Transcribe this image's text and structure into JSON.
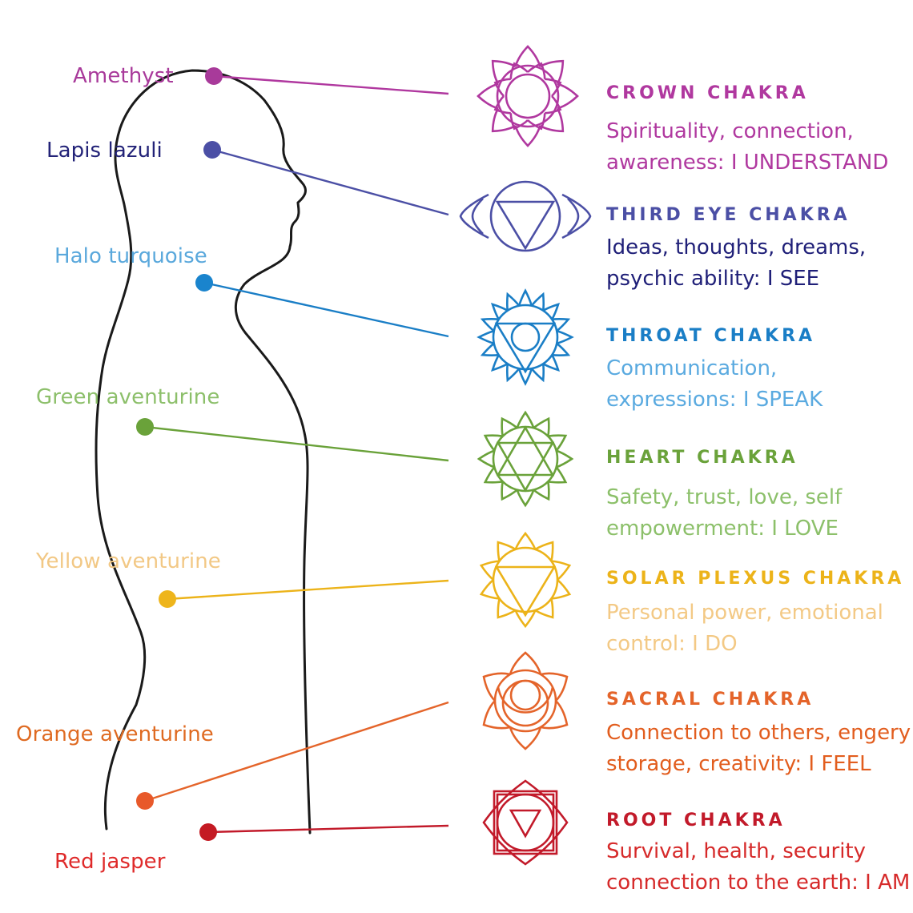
{
  "stones": [
    {
      "name": "Amethyst",
      "color": "#a8399a"
    },
    {
      "name": "Lapis lazuli",
      "color": "#232378"
    },
    {
      "name": "Halo turquoise",
      "color": "#5aa8dc"
    },
    {
      "name": "Green aventurine",
      "color": "#8cbf6a"
    },
    {
      "name": "Yellow aventurine",
      "color": "#f2c885"
    },
    {
      "name": "Orange aventurine",
      "color": "#df6a21"
    },
    {
      "name": "Red jasper",
      "color": "#df2a2a"
    }
  ],
  "chakras": [
    {
      "title": "CROWN CHAKRA",
      "line1": "Spirituality, connection,",
      "line2": "awareness:  I UNDERSTAND",
      "color": "#b0389f",
      "desc_color": "#b0389f",
      "dot_color": "#a83a9a"
    },
    {
      "title": "THIRD EYE CHAKRA",
      "line1": "Ideas, thoughts, dreams,",
      "line2": "psychic ability:  I SEE",
      "color": "#4b4fa5",
      "desc_color": "#1f1f78",
      "dot_color": "#4b4fa5"
    },
    {
      "title": "THROAT CHAKRA",
      "line1": "Communication,",
      "line2": "expressions:  I SPEAK",
      "color": "#1a7ec6",
      "desc_color": "#5aaae0",
      "dot_color": "#1a84cd"
    },
    {
      "title": "HEART CHAKRA",
      "line1": "Safety, trust, love, self",
      "line2": "empowerment:  I LOVE",
      "color": "#6aa23a",
      "desc_color": "#8cc06a",
      "dot_color": "#6aa23a"
    },
    {
      "title": "SOLAR PLEXUS CHAKRA",
      "line1": "Personal power, emotional",
      "line2": "control:  I DO",
      "color": "#ecb319",
      "desc_color": "#f3c985",
      "dot_color": "#eeb51c"
    },
    {
      "title": "SACRAL CHAKRA",
      "line1": "Connection to others, engery",
      "line2": "storage, creativity:  I FEEL",
      "color": "#e4642a",
      "desc_color": "#e25d1e",
      "dot_color": "#e8592a"
    },
    {
      "title": "ROOT CHAKRA",
      "line1": "Survival, health, security",
      "line2": "connection to the earth: I AM",
      "color": "#c21a2a",
      "desc_color": "#d62a2a",
      "dot_color": "#c41a23"
    }
  ]
}
